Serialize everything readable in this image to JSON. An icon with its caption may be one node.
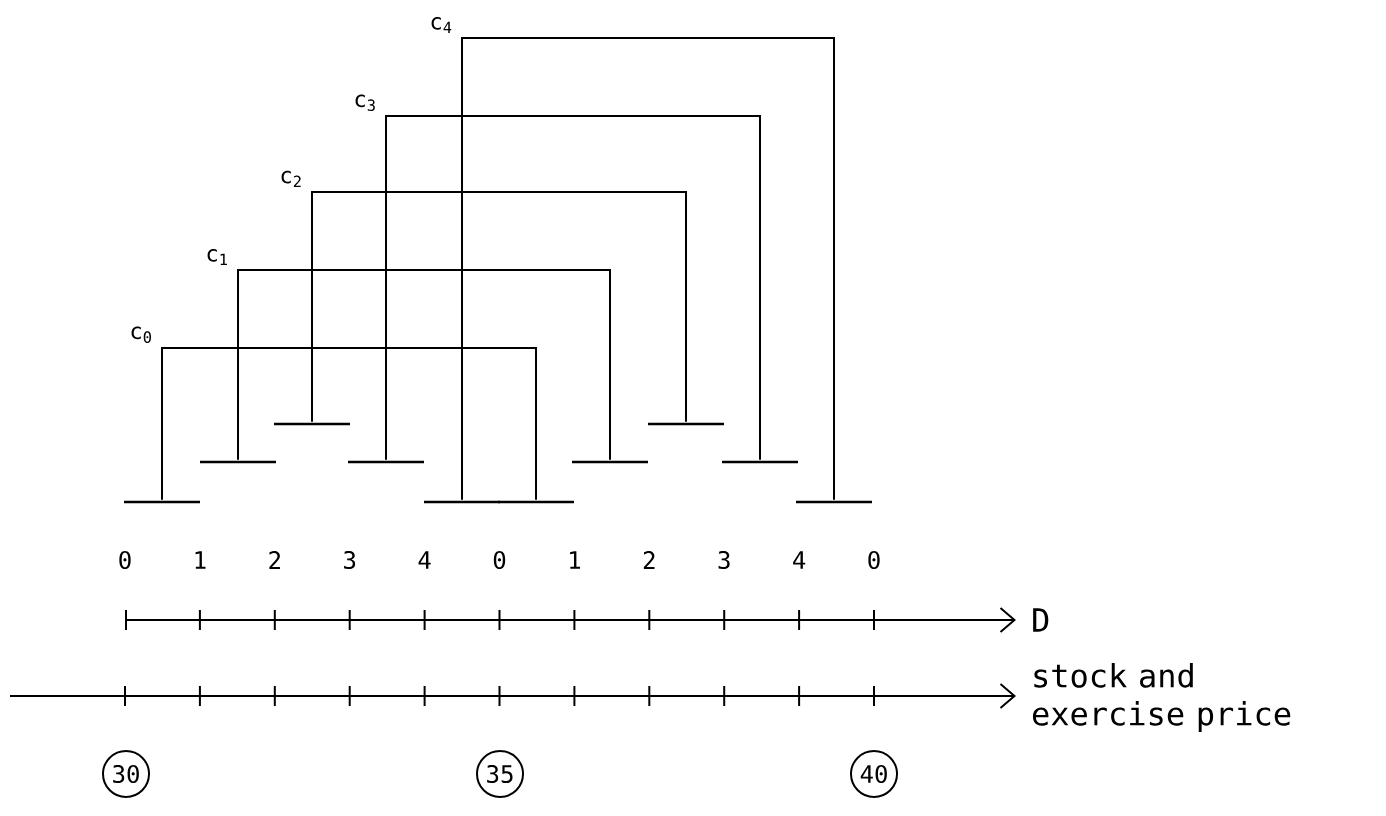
{
  "diagram": {
    "nodes": [
      {
        "text": [],
        "shape": "bar"
      },
      {
        "text": [],
        "shape": "bar"
      },
      {
        "text": [],
        "shape": "bar"
      },
      {
        "text": [],
        "shape": "bar"
      },
      {
        "text": [],
        "shape": "bar"
      },
      {
        "text": [],
        "shape": "bar"
      },
      {
        "text": [],
        "shape": "bar"
      },
      {
        "text": [],
        "shape": "bar"
      },
      {
        "text": [],
        "shape": "bar"
      },
      {
        "text": [],
        "shape": "bar"
      },
      {
        "text": [
          "30"
        ]
      },
      {
        "text": [
          "35"
        ]
      },
      {
        "text": [
          "40"
        ]
      }
    ],
    "edges": [
      {
        "from": 0,
        "to": 5,
        "arrow": "none",
        "label": "c$_{0}$"
      },
      {
        "from": 1,
        "to": 6,
        "arrow": "none",
        "label": "c$_{1}$"
      },
      {
        "from": 2,
        "to": 7,
        "arrow": "none",
        "label": "c$_{2}$"
      },
      {
        "from": 3,
        "to": 8,
        "arrow": "none",
        "label": "c$_{3}$"
      },
      {
        "from": 4,
        "to": 9,
        "arrow": "none",
        "label": "c$_{4}$"
      }
    ],
    "labels": [
      "0",
      "1",
      "2",
      "3",
      "4",
      "0",
      "1",
      "2",
      "3",
      "4",
      "0",
      "D",
      "stock and exercise price"
    ]
  }
}
